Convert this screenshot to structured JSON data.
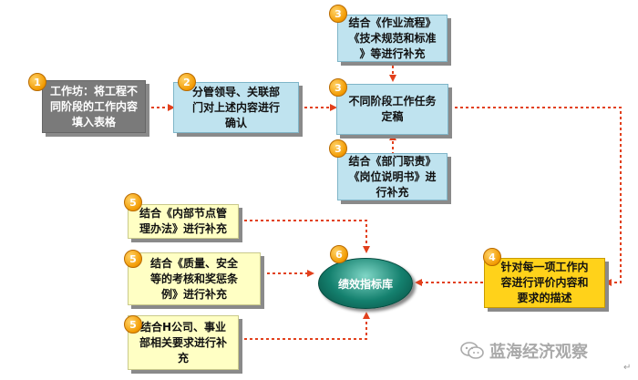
{
  "nodes": {
    "workshop": {
      "badge": "1",
      "text": "工作坊：将工程不\n同阶段的工作内容\n填入表格"
    },
    "leader_confirm": {
      "badge": "2",
      "text": "分管领导、关联部\n门对上述内容进行\n确认"
    },
    "workflow": {
      "badge": "3",
      "text": "结合《作业流程》\n《技术规范和标准\n》等进行补充"
    },
    "task_draft": {
      "badge": "3",
      "text": "不同阶段工作任务\n定稿"
    },
    "dept_duty": {
      "badge": "3",
      "text": "结合《部门职责》\n《岗位说明书》进\n行补充"
    },
    "evaluate": {
      "badge": "4",
      "text": "针对每一项工作内\n容进行评价内容和\n要求的描述"
    },
    "kpi_library": {
      "badge": "6",
      "text": "绩效指标库"
    },
    "internal_node": {
      "badge": "5",
      "text": "结合《内部节点管\n理办法》进行补充"
    },
    "quality_safety": {
      "badge": "5",
      "text": "结合《质量、安全\n等的考核和奖惩条\n例》进行补充"
    },
    "company_req": {
      "badge": "5",
      "text": "结合H公司、事业\n部相关要求进行补\n充"
    }
  },
  "watermark": {
    "text": "蓝海经济观察",
    "icon": "wechat-icon"
  },
  "corner_mark": "↵",
  "colors": {
    "arrow": "#e2401c",
    "accent_badge": "#f29a00"
  }
}
